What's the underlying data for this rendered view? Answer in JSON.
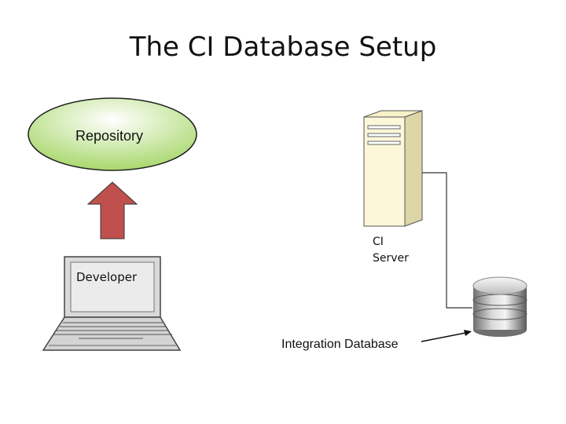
{
  "title": "The CI Database Setup",
  "nodes": {
    "repository": {
      "label": "Repository",
      "fill_top": "#ffffff",
      "fill_bottom": "#a8d86c"
    },
    "developer": {
      "label": "Developer"
    },
    "ci_server": {
      "label_line1": "CI",
      "label_line2": "Server"
    },
    "integration_database": {
      "label": "Integration Database"
    }
  },
  "arrow": {
    "color": "#c0504d"
  }
}
